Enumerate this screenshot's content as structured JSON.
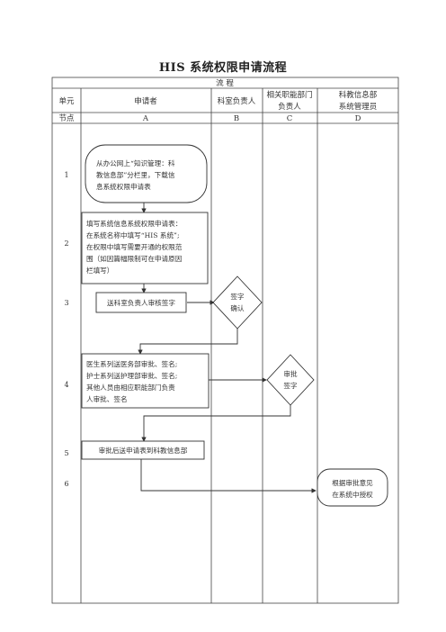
{
  "title": "HIS 系统权限申请流程",
  "header": {
    "flow_label": "流    程",
    "unit_label": "单元",
    "node_label": "节点",
    "columns": [
      {
        "id": "A",
        "name": [
          "申请者"
        ]
      },
      {
        "id": "B",
        "name": [
          "科室负责人"
        ]
      },
      {
        "id": "C",
        "name": [
          "相关职能部门",
          "负责人"
        ]
      },
      {
        "id": "D",
        "name": [
          "科教信息部",
          "系统管理员"
        ]
      }
    ]
  },
  "rows": [
    "1",
    "2",
    "3",
    "4",
    "5",
    "6"
  ],
  "nodes": {
    "n1": [
      "从办公网上“知识管理：科",
      "教信息部”分栏里，下载信",
      "息系统权限申请表"
    ],
    "n2": [
      "填写系统信息系统权限申请表：",
      "在系统名称中填写“HIS 系统”;",
      "在权限中填写需要开通的权限范",
      "围（如因篇幅限制可在申请原因",
      "栏填写）"
    ],
    "n3": [
      "送科室负责人审核签字"
    ],
    "d1": [
      "签字",
      "确认"
    ],
    "n4": [
      "医生系列送医务部审批、签名;",
      "护士系列送护理部审批、签名;",
      "其他人员由相应职能部门负责",
      "人审批、签名"
    ],
    "d2": [
      "审批",
      "签字"
    ],
    "n5": [
      "审批后送申请表到科教信息部"
    ],
    "n6": [
      "根据审批意见",
      "在系统中授权"
    ]
  }
}
